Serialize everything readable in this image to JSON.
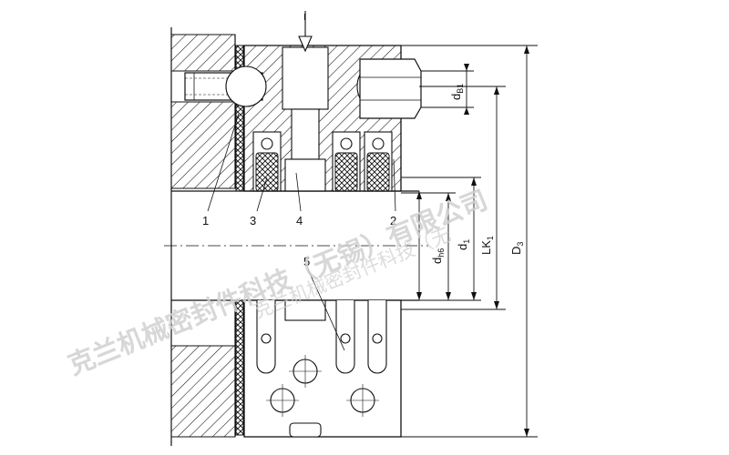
{
  "arrow_symbol": "I",
  "part_numbers": [
    "1",
    "3",
    "4",
    "2",
    "5"
  ],
  "dimensions": {
    "dB1": {
      "main": "d",
      "sub": "B1"
    },
    "dh6": {
      "main": "d",
      "sub": "h6"
    },
    "d1": {
      "main": "d",
      "sub": "1"
    },
    "LK1": {
      "main": "LK",
      "sub": "1"
    },
    "D3": {
      "main": "D",
      "sub": "3"
    }
  },
  "watermark": {
    "line1": "克兰机械密封件科技（无锡）有限公司",
    "line2": "克兰机械密封件科技（无"
  },
  "colors": {
    "line": "#111111",
    "watermark": "#d0d0d0"
  }
}
